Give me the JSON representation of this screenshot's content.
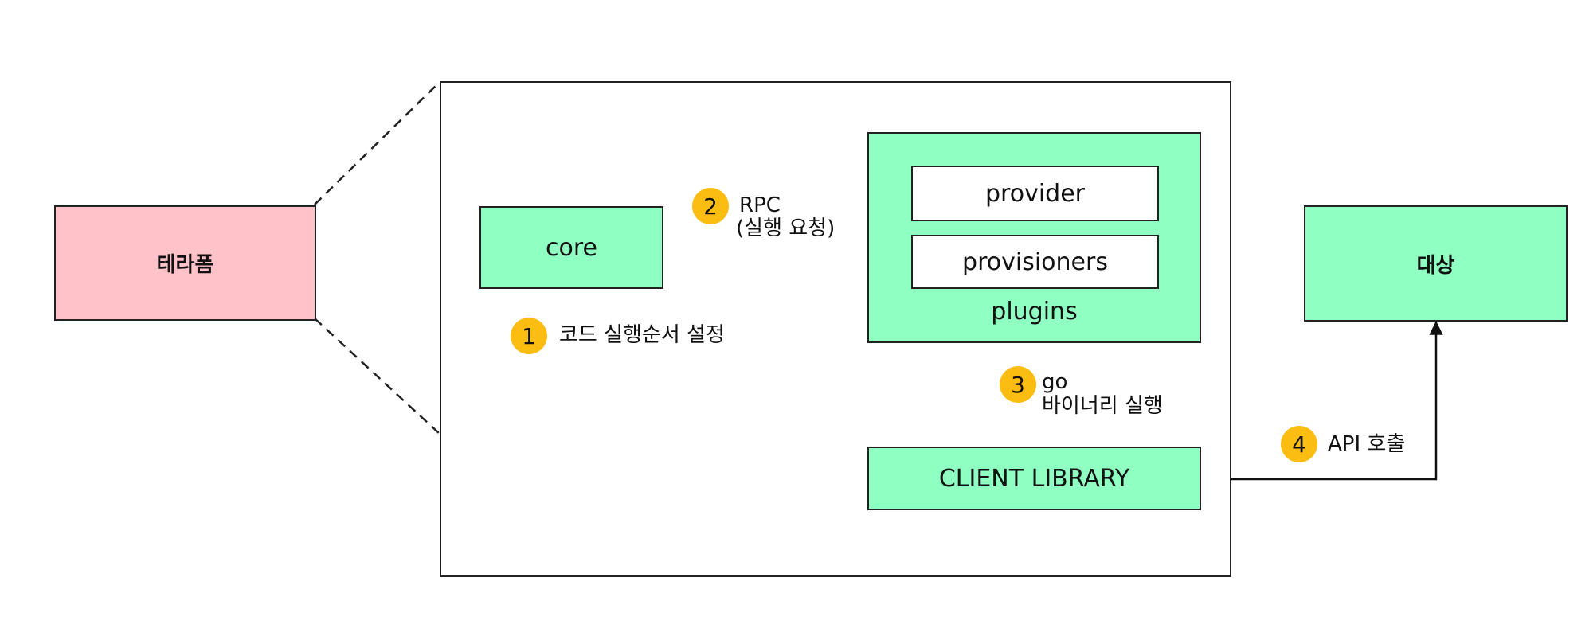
{
  "terraform": {
    "label": "테라폼",
    "color": "#ffc2c8"
  },
  "core": {
    "label": "core"
  },
  "plugins": {
    "label": "plugins",
    "provider": "provider",
    "provisioners": "provisioners",
    "color": "#8fffc2"
  },
  "target": {
    "label": "대상"
  },
  "client_library": {
    "label": "CLIENT LIBRARY"
  },
  "steps": [
    {
      "number": "1",
      "text": "코드 실행순서 설정"
    },
    {
      "number": "2",
      "line1": "RPC",
      "line2": "(실행 요청)"
    },
    {
      "number": "3",
      "line1": "go",
      "line2": "바이너리 실행"
    },
    {
      "number": "4",
      "text": "API 호출"
    }
  ],
  "badge_color": "#fbbd12"
}
